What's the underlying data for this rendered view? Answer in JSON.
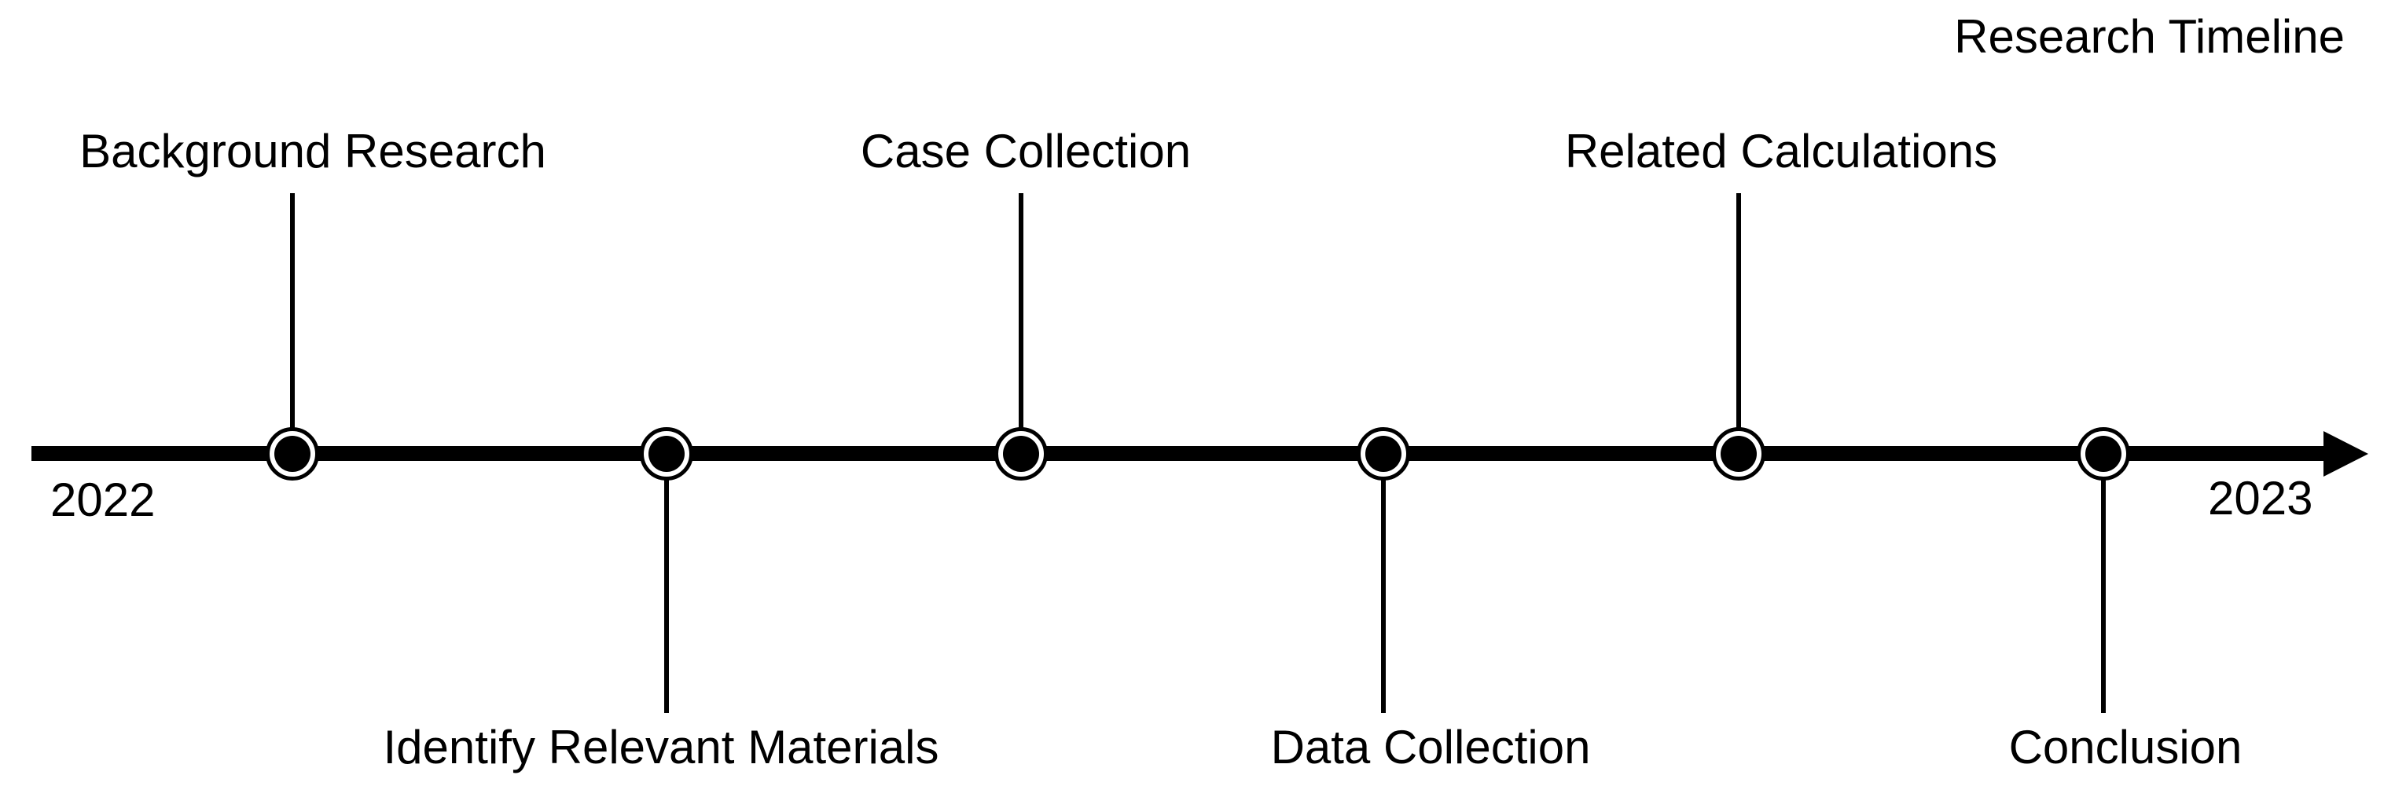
{
  "title": "Research Timeline",
  "axis": {
    "start_year": "2022",
    "end_year": "2023"
  },
  "milestones": [
    {
      "label": "Background Research",
      "position": "above"
    },
    {
      "label": "Identify Relevant Materials",
      "position": "below"
    },
    {
      "label": "Case Collection",
      "position": "above"
    },
    {
      "label": "Data Collection",
      "position": "below"
    },
    {
      "label": "Related Calculations",
      "position": "above"
    },
    {
      "label": "Conclusion",
      "position": "below"
    }
  ],
  "colors": {
    "ink": "#000000",
    "background": "#ffffff"
  }
}
